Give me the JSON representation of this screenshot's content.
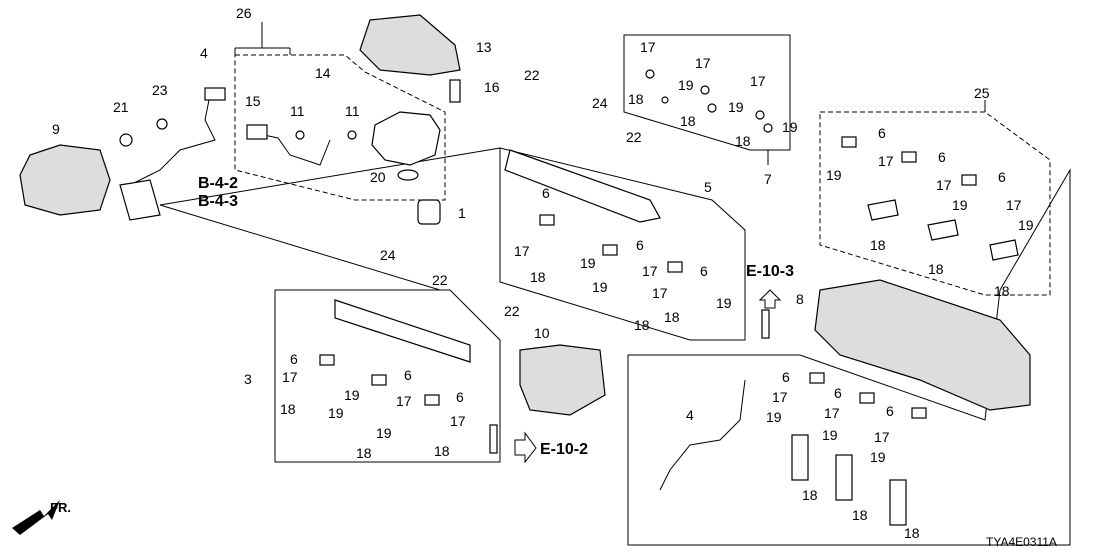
{
  "diagram": {
    "code": "TYA4E0311A",
    "front_label": "FR.",
    "refs": {
      "b42": "B-4-2",
      "b43": "B-4-3",
      "e103": "E-10-3",
      "e102": "E-10-2"
    },
    "callouts": {
      "n26": "26",
      "n4a": "4",
      "n21": "21",
      "n23": "23",
      "n9": "9",
      "n15": "15",
      "n14": "14",
      "n11a": "11",
      "n11b": "11",
      "n13": "13",
      "n16": "16",
      "n20": "20",
      "n1": "1",
      "n24a": "24",
      "n22a": "22",
      "n22b": "22",
      "n24b": "24",
      "n22c": "22",
      "n22d": "22",
      "n3": "3",
      "n6a": "6",
      "n17a": "17",
      "n19a": "19",
      "n18a": "18",
      "n6b": "6",
      "n17b": "17",
      "n19b": "19",
      "n6c": "6",
      "n17c": "17",
      "n19c": "19",
      "n18b": "18",
      "n18c": "18",
      "n10": "10",
      "n17t1": "17",
      "n17t2": "17",
      "n17t3": "17",
      "n19t1": "19",
      "n19t2": "19",
      "n19t3": "19",
      "n18t1": "18",
      "n18t2": "18",
      "n18t3": "18",
      "n7": "7",
      "n5": "5",
      "n6d": "6",
      "n17d": "17",
      "n18d": "18",
      "n6e": "6",
      "n19d": "19",
      "n17e": "17",
      "n6f": "6",
      "n19e": "19",
      "n17f": "17",
      "n18e": "18",
      "n19f": "19",
      "n18f": "18",
      "n25": "25",
      "n6g": "6",
      "n17g": "17",
      "n6h": "6",
      "n19g": "19",
      "n17h": "17",
      "n6i": "6",
      "n19h": "19",
      "n17i": "17",
      "n19i": "19",
      "n18g": "18",
      "n18h": "18",
      "n18i": "18",
      "n8": "8",
      "n4b": "4",
      "n6j": "6",
      "n17j": "17",
      "n6k": "6",
      "n19j": "19",
      "n17k": "17",
      "n6l": "6",
      "n19k": "19",
      "n17l": "17",
      "n19l": "19",
      "n18j": "18",
      "n18k": "18",
      "n18l": "18"
    }
  }
}
